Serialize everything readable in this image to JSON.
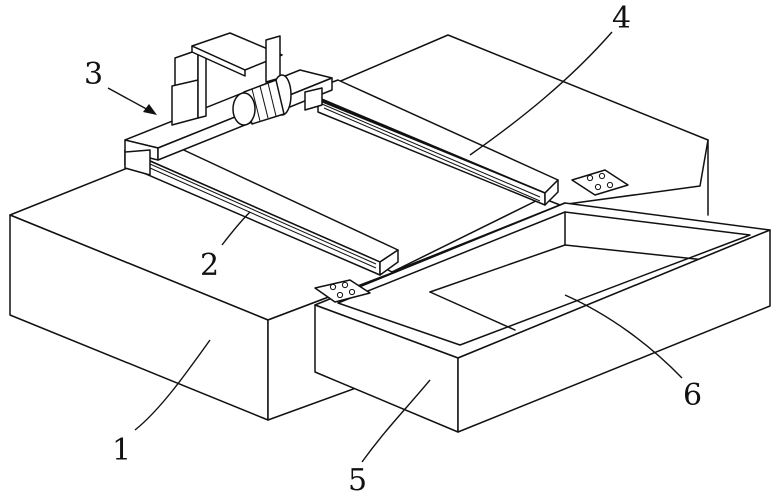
{
  "labels": [
    {
      "id": "1",
      "text": "1"
    },
    {
      "id": "2",
      "text": "2"
    },
    {
      "id": "3",
      "text": "3"
    },
    {
      "id": "4",
      "text": "4"
    },
    {
      "id": "5",
      "text": "5"
    },
    {
      "id": "6",
      "text": "6"
    }
  ],
  "colors": {
    "line": "#111111",
    "paper": "#ffffff"
  }
}
